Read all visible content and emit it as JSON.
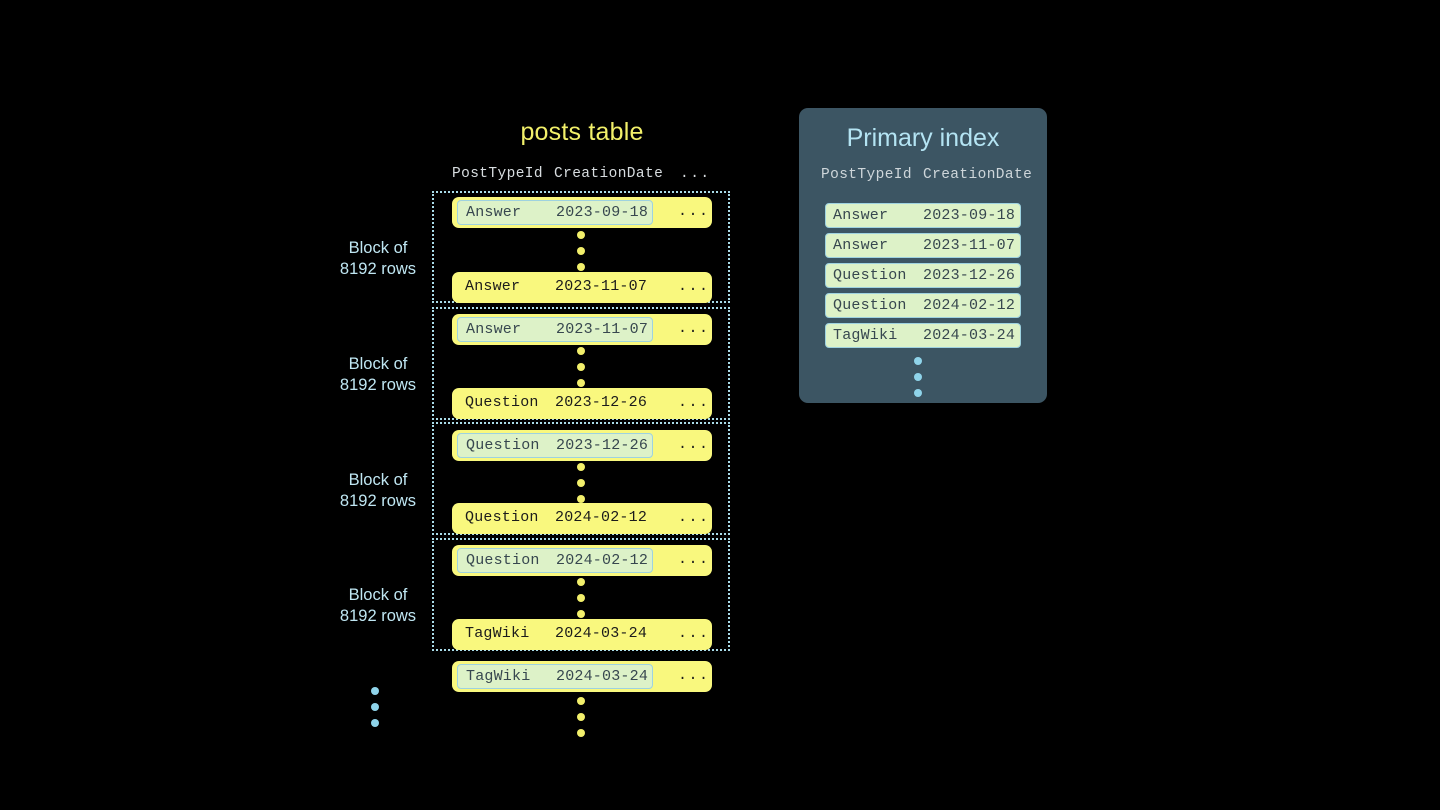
{
  "theme": {
    "background": "#000000",
    "row_yellow": "#f9f87e",
    "highlight_green": "#ddf2c8",
    "highlight_border": "#9ed2e0",
    "accent_blue": "#b4e4f3",
    "title_yellow": "#f2f06a",
    "index_panel_bg": "#3c5563",
    "header_gray": "#d8dde0",
    "dot_yellow": "#f2ef6b",
    "dot_blue": "#8fd4ea"
  },
  "posts_table": {
    "title": "posts table",
    "columns": [
      "PostTypeId",
      "CreationDate",
      "..."
    ],
    "rest_cell": "...",
    "blocks": [
      {
        "label_line1": "Block of",
        "label_line2": "8192 rows",
        "first_row": {
          "type": "Answer",
          "date": "2023-09-18",
          "rest": "...",
          "highlighted": true
        },
        "last_row": {
          "type": "Answer",
          "date": "2023-11-07",
          "rest": "...",
          "highlighted": false
        }
      },
      {
        "label_line1": "Block of",
        "label_line2": "8192 rows",
        "first_row": {
          "type": "Answer",
          "date": "2023-11-07",
          "rest": "...",
          "highlighted": true
        },
        "last_row": {
          "type": "Question",
          "date": "2023-12-26",
          "rest": "...",
          "highlighted": false
        }
      },
      {
        "label_line1": "Block of",
        "label_line2": "8192 rows",
        "first_row": {
          "type": "Question",
          "date": "2023-12-26",
          "rest": "...",
          "highlighted": true
        },
        "last_row": {
          "type": "Question",
          "date": "2024-02-12",
          "rest": "...",
          "highlighted": false
        }
      },
      {
        "label_line1": "Block of",
        "label_line2": "8192 rows",
        "first_row": {
          "type": "Question",
          "date": "2024-02-12",
          "rest": "...",
          "highlighted": true
        },
        "last_row": {
          "type": "TagWiki",
          "date": "2024-03-24",
          "rest": "...",
          "highlighted": false
        }
      }
    ],
    "trailing_row": {
      "type": "TagWiki",
      "date": "2024-03-24",
      "rest": "...",
      "highlighted": true
    }
  },
  "primary_index": {
    "title": "Primary index",
    "columns": [
      "PostTypeId",
      "CreationDate"
    ],
    "rows": [
      {
        "type": "Answer",
        "date": "2023-09-18"
      },
      {
        "type": "Answer",
        "date": "2023-11-07"
      },
      {
        "type": "Question",
        "date": "2023-12-26"
      },
      {
        "type": "Question",
        "date": "2024-02-12"
      },
      {
        "type": "TagWiki",
        "date": "2024-03-24"
      }
    ]
  }
}
